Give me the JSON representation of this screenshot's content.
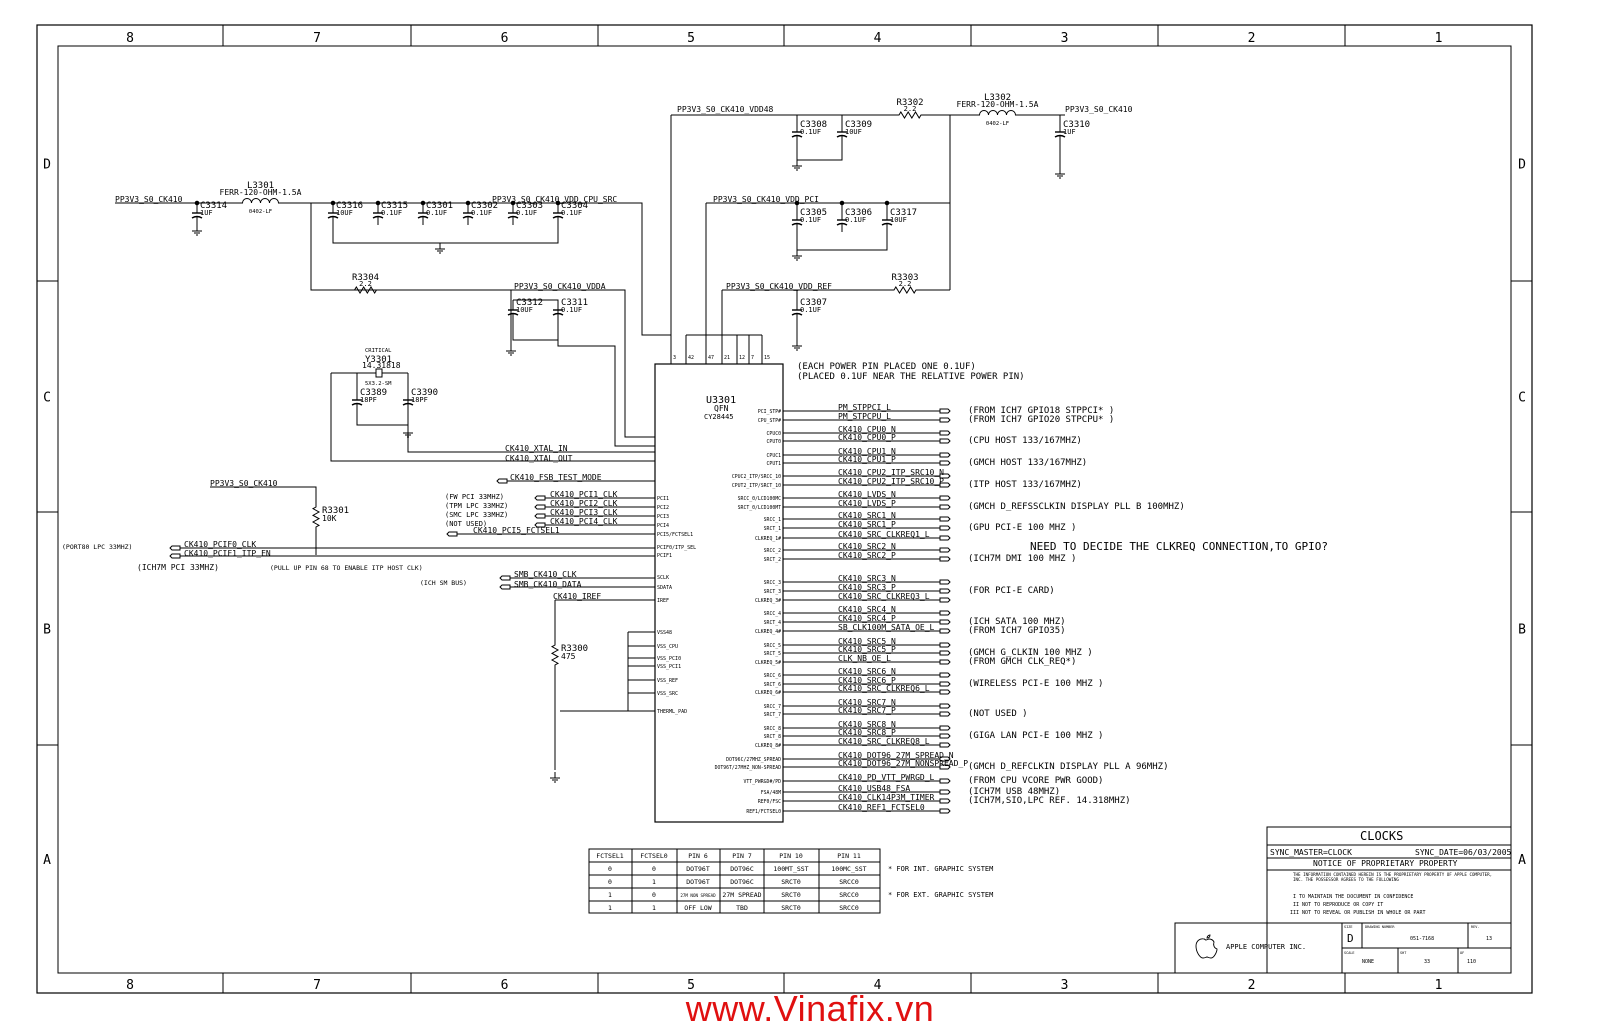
{
  "border": {
    "cols": [
      "8",
      "7",
      "6",
      "5",
      "4",
      "3",
      "2",
      "1"
    ],
    "rows": [
      "D",
      "C",
      "B",
      "A"
    ]
  },
  "nets": {
    "pp3v3_ck410_left": "PP3V3_S0_CK410",
    "pp3v3_ck410_right": "PP3V3_S0_CK410",
    "pp3v3_ck410_r3301": "PP3V3_S0_CK410",
    "vdd48": "PP3V3_S0_CK410_VDD48",
    "vdd_cpu_src": "PP3V3_S0_CK410_VDD_CPU_SRC",
    "vdd_pci": "PP3V3_S0_CK410_VDD_PCI",
    "vdda": "PP3V3_S0_CK410_VDDA",
    "vdd_ref": "PP3V3_S0_CK410_VDD_REF",
    "xtal_in": "CK410_XTAL_IN",
    "xtal_out": "CK410_XTAL_OUT",
    "fsb_test": "CK410_FSB_TEST_MODE",
    "iref": "CK410_IREF"
  },
  "parts": {
    "l3301": {
      "ref": "L3301",
      "val": "FERR-120-OHM-1.5A",
      "pkg": "0402-LF"
    },
    "l3302": {
      "ref": "L3302",
      "val": "FERR-120-OHM-1.5A",
      "pkg": "0402-LF"
    },
    "r3302": {
      "ref": "R3302",
      "val": "2.2"
    },
    "r3303": {
      "ref": "R3303",
      "val": "2.2"
    },
    "r3304": {
      "ref": "R3304",
      "val": "2.2"
    },
    "r3301": {
      "ref": "R3301",
      "val": "10K"
    },
    "r3300": {
      "ref": "R3300",
      "val": "475"
    },
    "y3301": {
      "ref": "Y3301",
      "val": "14.31818",
      "note": "CRITICAL",
      "pkg": "5X3.2-SM"
    },
    "u3301": {
      "ref": "U3301",
      "pkg": "QFN",
      "part": "CY28445"
    },
    "caps": [
      {
        "ref": "C3314",
        "val": "1UF"
      },
      {
        "ref": "C3316",
        "val": "10UF"
      },
      {
        "ref": "C3315",
        "val": "0.1UF"
      },
      {
        "ref": "C3301",
        "val": "0.1UF"
      },
      {
        "ref": "C3302",
        "val": "0.1UF"
      },
      {
        "ref": "C3303",
        "val": "0.1UF"
      },
      {
        "ref": "C3304",
        "val": "0.1UF"
      },
      {
        "ref": "C3308",
        "val": "0.1UF"
      },
      {
        "ref": "C3309",
        "val": "10UF"
      },
      {
        "ref": "C3310",
        "val": "1UF"
      },
      {
        "ref": "C3305",
        "val": "0.1UF"
      },
      {
        "ref": "C3306",
        "val": "0.1UF"
      },
      {
        "ref": "C3317",
        "val": "10UF"
      },
      {
        "ref": "C3312",
        "val": "10UF"
      },
      {
        "ref": "C3311",
        "val": "0.1UF"
      },
      {
        "ref": "C3307",
        "val": "0.1UF"
      },
      {
        "ref": "C3389",
        "val": "18PF"
      },
      {
        "ref": "C3390",
        "val": "18PF"
      }
    ]
  },
  "left_signals": [
    {
      "desc": "(FW PCI 33MHZ)",
      "net": "CK410_PCI1_CLK",
      "pin": "PCI1"
    },
    {
      "desc": "(TPM LPC 33MHZ)",
      "net": "CK410_PCI2_CLK",
      "pin": "PCI2"
    },
    {
      "desc": "(SMC LPC 33MHZ)",
      "net": "CK410_PCI3_CLK",
      "pin": "PCI3"
    },
    {
      "desc": "(NOT USED)",
      "net": "CK410_PCI4_CLK",
      "pin": "PCI4"
    },
    {
      "desc": "",
      "net": "CK410_PCI5_FCTSEL1",
      "pin": "PCI5/FCTSEL1"
    }
  ],
  "pcif": {
    "port80": "(PORT80 LPC 33MHZ)",
    "pcif0": "CK410_PCIF0_CLK",
    "pcif1": "CK410_PCIF1_ITP_EN",
    "ich7m": "(ICH7M PCI 33MHZ)",
    "pullup": "(PULL UP PIN 68 TO ENABLE ITP HOST CLK)"
  },
  "smb": {
    "clk": "SMB_CK410_CLK",
    "data": "SMB_CK410_DATA",
    "desc": "(ICH SM BUS)"
  },
  "right_signals": [
    {
      "pin": "PCI_STP#",
      "net": "PM_STPPCI_L",
      "desc": "(FROM ICH7 GPIO18 STPPCI* )"
    },
    {
      "pin": "CPU_STP#",
      "net": "PM_STPCPU_L",
      "desc": "(FROM ICH7 GPIO20 STPCPU* )"
    },
    {
      "pin": "CPUC0",
      "net": "CK410_CPU0_N",
      "desc": ""
    },
    {
      "pin": "CPUT0",
      "net": "CK410_CPU0_P",
      "desc": "(CPU HOST 133/167MHZ)"
    },
    {
      "pin": "CPUC1",
      "net": "CK410_CPU1_N",
      "desc": ""
    },
    {
      "pin": "CPUT1",
      "net": "CK410_CPU1_P",
      "desc": "(GMCH HOST 133/167MHZ)"
    },
    {
      "pin": "CPUC2_ITP/SRCC_10",
      "net": "CK410_CPU2_ITP_SRC10_N",
      "desc": ""
    },
    {
      "pin": "CPUT2_ITP/SRCT_10",
      "net": "CK410_CPU2_ITP_SRC10_P",
      "desc": "(ITP HOST 133/167MHZ)"
    },
    {
      "pin": "SRCC_0/LCD100MC",
      "net": "CK410_LVDS_N",
      "desc": ""
    },
    {
      "pin": "SRCT_0/LCD100MT",
      "net": "CK410_LVDS_P",
      "desc": "(GMCH D_REFSSCLKIN DISPLAY PLL B 100MHZ)"
    },
    {
      "pin": "SRCC_1",
      "net": "CK410_SRC1_N",
      "desc": ""
    },
    {
      "pin": "SRCT_1",
      "net": "CK410_SRC1_P",
      "desc": "(GPU PCI-E 100 MHZ )"
    },
    {
      "pin": "CLKREQ_1#",
      "net": "CK410_SRC_CLKREQ1_L",
      "desc": ""
    },
    {
      "pin": "SRCC_2",
      "net": "CK410_SRC2_N",
      "desc": ""
    },
    {
      "pin": "SRCT_2",
      "net": "CK410_SRC2_P",
      "desc": "(ICH7M DMI 100 MHZ )"
    },
    {
      "pin": "SRCC_3",
      "net": "CK410_SRC3_N",
      "desc": ""
    },
    {
      "pin": "SRCT_3",
      "net": "CK410_SRC3_P",
      "desc": "(FOR PCI-E CARD)"
    },
    {
      "pin": "CLKREQ_3#",
      "net": "CK410_SRC_CLKREQ3_L",
      "desc": ""
    },
    {
      "pin": "SRCC_4",
      "net": "CK410_SRC4_N",
      "desc": ""
    },
    {
      "pin": "SRCT_4",
      "net": "CK410_SRC4_P",
      "desc": "(ICH SATA 100 MHZ)"
    },
    {
      "pin": "CLKREQ_4#",
      "net": "SB_CLK100M_SATA_OE_L",
      "desc": "(FROM ICH7 GPIO35)"
    },
    {
      "pin": "SRCC_5",
      "net": "CK410_SRC5_N",
      "desc": ""
    },
    {
      "pin": "SRCT_5",
      "net": "CK410_SRC5_P",
      "desc": "(GMCH G_CLKIN 100 MHZ )"
    },
    {
      "pin": "CLKREQ_5#",
      "net": "CLK_NB_OE_L",
      "desc": "(FROM GMCH CLK_REQ*)"
    },
    {
      "pin": "SRCC_6",
      "net": "CK410_SRC6_N",
      "desc": ""
    },
    {
      "pin": "SRCT_6",
      "net": "CK410_SRC6_P",
      "desc": "(WIRELESS PCI-E 100 MHZ )"
    },
    {
      "pin": "CLKREQ_6#",
      "net": "CK410_SRC_CLKREQ6_L",
      "desc": ""
    },
    {
      "pin": "SRCC_7",
      "net": "CK410_SRC7_N",
      "desc": ""
    },
    {
      "pin": "SRCT_7",
      "net": "CK410_SRC7_P",
      "desc": "(NOT USED )"
    },
    {
      "pin": "SRCC_8",
      "net": "CK410_SRC8_N",
      "desc": ""
    },
    {
      "pin": "SRCT_8",
      "net": "CK410_SRC8_P",
      "desc": "(GIGA LAN PCI-E 100 MHZ )"
    },
    {
      "pin": "CLKREQ_8#",
      "net": "CK410_SRC_CLKREQ8_L",
      "desc": ""
    },
    {
      "pin": "DOT96C/27MHZ_SPREAD",
      "net": "CK410_DOT96_27M_SPREAD_N",
      "desc": ""
    },
    {
      "pin": "DOT96T/27MHZ_NON-SPREAD",
      "net": "CK410_DOT96_27M_NONSPREAD_P",
      "desc": "(GMCH D_REFCLKIN DISPLAY PLL A 96MHZ)"
    },
    {
      "pin": "VTT_PWRGD#/PD",
      "net": "CK410_PD_VTT_PWRGD_L",
      "desc": "(FROM CPU VCORE PWR GOOD)"
    },
    {
      "pin": "FSA/48M",
      "net": "CK410_USB48_FSA",
      "desc": "(ICH7M USB 48MHZ)"
    },
    {
      "pin": "REF0/FSC",
      "net": "CK410_CLK14P3M_TIMER",
      "desc": "(ICH7M,SIO,LPC REF. 14.318MHZ)"
    },
    {
      "pin": "REF1/FCTSEL0",
      "net": "CK410_REF1_FCTSEL0",
      "desc": ""
    }
  ],
  "notes": {
    "power1": "(EACH POWER PIN PLACED ONE 0.1UF)",
    "power2": "(PLACED 0.1UF NEAR THE RELATIVE POWER PIN)",
    "clkreq": "NEED TO DECIDE THE CLKREQ CONNECTION,TO GPIO?"
  },
  "fct_table": {
    "header": [
      "FCTSEL1",
      "FCTSEL0",
      "PIN 6",
      "PIN 7",
      "PIN 10",
      "PIN 11"
    ],
    "rows": [
      [
        "0",
        "0",
        "DOT96T",
        "DOT96C",
        "100MT_SST",
        "100MC_SST"
      ],
      [
        "0",
        "1",
        "DOT96T",
        "DOT96C",
        "SRCT0",
        "SRCC0"
      ],
      [
        "1",
        "0",
        "27M NON SPREAD",
        "27M SPREAD",
        "SRCT0",
        "SRCC0"
      ],
      [
        "1",
        "1",
        "OFF LOW",
        "TBD",
        "SRCT0",
        "SRCC0"
      ]
    ],
    "note_int": "* FOR INT. GRAPHIC SYSTEM",
    "note_ext": "* FOR EXT. GRAPHIC SYSTEM"
  },
  "title_block": {
    "title": "CLOCKS",
    "sync_master": "SYNC_MASTER=CLOCK",
    "sync_date": "SYNC_DATE=06/03/2005",
    "notice": "NOTICE OF PROPRIETARY PROPERTY",
    "notice_text": "THE INFORMATION CONTAINED HEREIN IS THE PROPRIETARY PROPERTY OF APPLE COMPUTER, INC. THE POSSESSOR AGREES TO THE FOLLOWING",
    "notice_i": "I TO MAINTAIN THE DOCUMENT IN CONFIDENCE",
    "notice_ii": "II NOT TO REPRODUCE OR COPY IT",
    "notice_iii": "III NOT TO REVEAL OR PUBLISH IN WHOLE OR PART",
    "company": "APPLE COMPUTER INC.",
    "size_label": "SIZE",
    "size": "D",
    "drawing_label": "DRAWING NUMBER",
    "drawing": "051-7168",
    "rev_label": "REV.",
    "rev": "13",
    "scale_label": "SCALE",
    "scale": "NONE",
    "sht_label": "SHT",
    "sht": "33",
    "of_label": "OF",
    "of": "110"
  },
  "watermark": "www.Vinafix.vn"
}
